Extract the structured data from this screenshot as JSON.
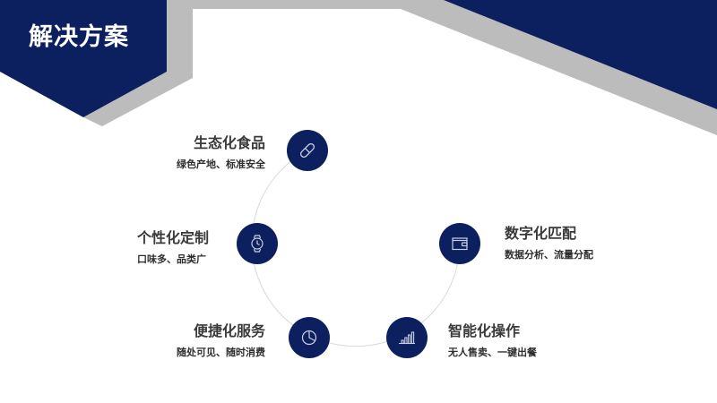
{
  "slide": {
    "title": "解决方案",
    "colors": {
      "navy": "#0c1f5e",
      "gray": "#bcbcbc",
      "text": "#3a3a3a"
    }
  },
  "items": [
    {
      "title": "生态化食品",
      "subtitle": "绿色产地、标准安全",
      "icon": "capsule-icon"
    },
    {
      "title": "个性化定制",
      "subtitle": "口味多、品类广",
      "icon": "watch-icon"
    },
    {
      "title": "便捷化服务",
      "subtitle": "随处可见、随时消费",
      "icon": "pie-chart-icon"
    },
    {
      "title": "智能化操作",
      "subtitle": "无人售卖、一键出餐",
      "icon": "bar-signal-icon"
    },
    {
      "title": "数字化匹配",
      "subtitle": "数据分析、流量分配",
      "icon": "wallet-icon"
    }
  ]
}
